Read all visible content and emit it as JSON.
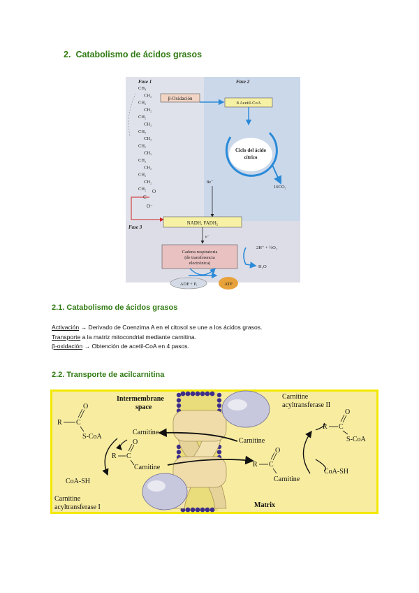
{
  "heading": {
    "number": "2.",
    "title": "Catabolismo de ácidos grasos"
  },
  "figure1": {
    "phase1": "Fase 1",
    "phase2": "Fase 2",
    "phase3": "Fase 3",
    "beta_oxidation": "β-Oxidación",
    "acetyl_coa": "8 Acetil-CoA",
    "krebs_line1": "Ciclo del ácido",
    "krebs_line2": "cítrico",
    "electrons": "8e⁻",
    "co2": "16CO₂",
    "nadh": "NADH, FADH₂",
    "e_minus": "e⁻",
    "chain_line1": "Cadena respiratoria",
    "chain_line2": "(de transferencia",
    "chain_line3": "electrónica)",
    "oxygen": "2H⁺ + ½O₂",
    "water": "H₂O",
    "adp": "ADP + Pᵢ",
    "atp": "ATP",
    "chain": [
      "CH₃",
      "CH₂",
      "CH₂",
      "CH₂",
      "CH₂",
      "CH₂",
      "CH₂",
      "CH₂",
      "CH₂",
      "CH₂",
      "CH₂",
      "CH₂",
      "CH₂",
      "CH₂",
      "CH₂"
    ],
    "carboxyl": "C",
    "o_top": "O",
    "o_minus": "O⁻"
  },
  "section21": {
    "title": "2.1. Catabolismo de ácidos grasos",
    "items": [
      {
        "term": "Activación",
        "text": " → Derivado de Coenzima A en el citosol se une a los ácidos grasos."
      },
      {
        "term": "Transporte",
        "text": " a la matriz mitocondrial mediante carnitina."
      },
      {
        "term": "β-oxidación",
        "text": " → Obtención de acetil-CoA en 4 pasos."
      }
    ]
  },
  "section22": {
    "title": "2.2. Transporte de acilcarnitina"
  },
  "figure2": {
    "intermembrane1": "Intermembrane",
    "intermembrane2": "space",
    "matrix": "Matrix",
    "cat2_line1": "Carnitine",
    "cat2_line2": "acyltransferase II",
    "cat1_line1": "Carnitine",
    "cat1_line2": "acyltransferase I",
    "carnitine": "Carnitine",
    "r": "R",
    "c": "C",
    "o": "O",
    "scoa": "S-CoA",
    "coash": "CoA-SH"
  },
  "colors": {
    "heading": "#2f7a12",
    "fig2_border": "#f2e800",
    "fig2_bg": "#f7eca0"
  }
}
